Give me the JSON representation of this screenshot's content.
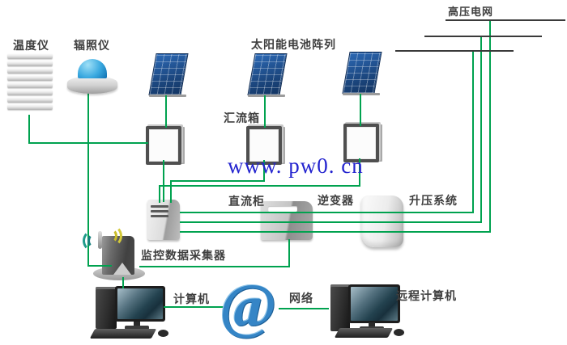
{
  "labels": {
    "temperature": "温度仪",
    "irradiance": "辐照仪",
    "solar_array": "太阳能电池阵列",
    "grid_hv": "高压电网",
    "combiner": "汇流箱",
    "dc_cabinet": "直流柜",
    "inverter": "逆变器",
    "boost_system": "升压系统",
    "collector": "监控数据采集器",
    "computer": "计算机",
    "network": "网络",
    "remote_computer": "远程计算机",
    "at_symbol": "@"
  },
  "watermark": "www. pw0. cn",
  "colors": {
    "connector_green": "#00a24f",
    "power_line_black": "#3a3a3a",
    "watermark_blue": "#2323cf",
    "label_text": "#3f3f3f",
    "panel_blue": "#1c477f",
    "dome_blue": "#3aa9e0"
  }
}
